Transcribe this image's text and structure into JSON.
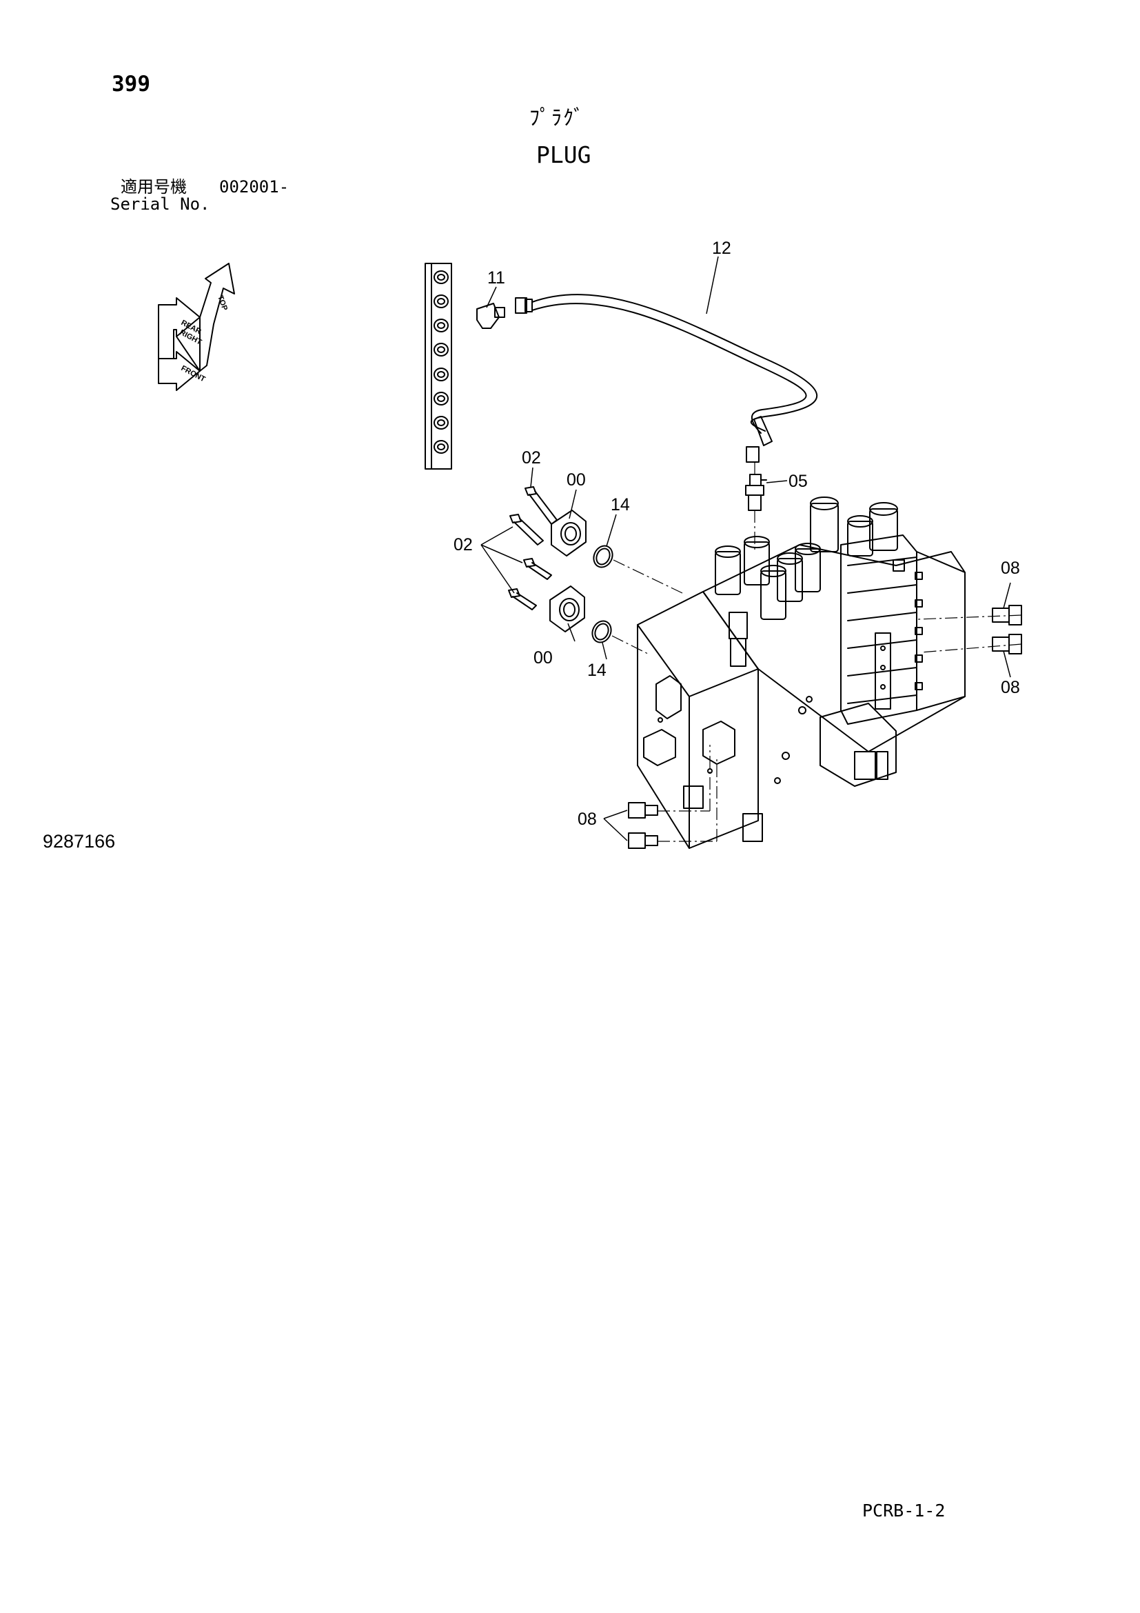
{
  "header": {
    "page_number": "399",
    "title_jp": "ﾌﾟﾗｸﾞ",
    "title_en": "PLUG",
    "serial_label_jp": "適用号機",
    "serial_value": "002001-",
    "serial_label_en": "Serial No."
  },
  "orientation_key": {
    "top": "TOP",
    "right": "RIGHT",
    "front": "FRONT",
    "rear": "REAR"
  },
  "callouts": {
    "hose": "12",
    "elbow": "11",
    "bolt_top": "02",
    "bolts_group": "02",
    "flange_top": "00",
    "flange_bottom": "00",
    "oring_top": "14",
    "oring_bottom": "14",
    "fitting": "05",
    "plugs_right_top": "08",
    "plugs_right_bottom": "08",
    "plugs_bottom_left": "08"
  },
  "footer": {
    "drawing_number": "9287166",
    "page_code": "PCRB-1-2"
  }
}
